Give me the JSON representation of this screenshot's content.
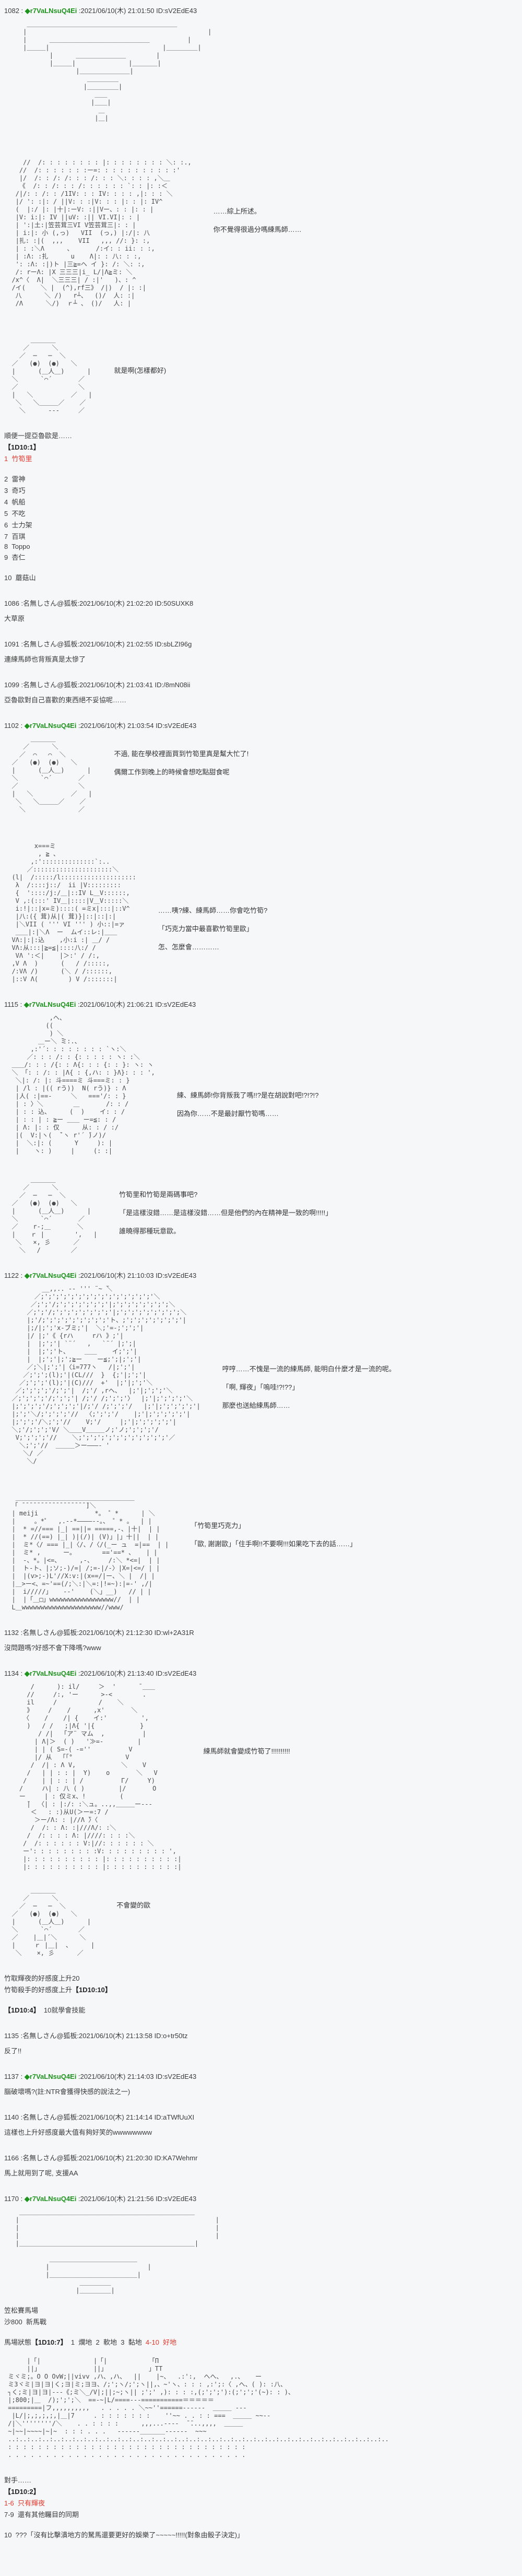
{
  "page": {
    "bg_color": "#f6f7f8",
    "text_color": "#3b3b3b",
    "trip_name_color": "#1e941e",
    "dice_red_color": "#e0382e"
  },
  "posts": [
    {
      "num": "1082",
      "sep": " : ",
      "name": "◆r7VaLNsuQ4Ei",
      "meta": " :2021/06/10(木) 21:01:50 ID:sV2EdE43",
      "aa_boxes": [
        "      ＿＿＿＿＿＿＿＿＿＿＿＿＿＿＿＿＿＿＿＿＿＿＿＿",
        "     |                                                |",
        "     |      ＿＿＿＿＿＿＿＿＿＿＿＿＿＿＿＿          |",
        "     |＿＿＿|                              |＿＿＿＿＿|",
        "            |      ＿＿＿＿＿＿＿＿        |",
        "            |＿＿＿|              |＿＿＿＿|",
        "                   |＿＿＿＿＿＿＿＿|",
        "                      ＿＿＿＿＿",
        "                     |＿＿＿＿＿|",
        "                        ＿＿",
        "                       |＿＿|",
        "                         ＿",
        "                        |＿|"
      ],
      "aa_girl": [
        "     //  /: : : : : : : : |: : : : : : : : ＼: :.,",
        "    //  /: : : : : : :ー=: : : : : : : : : : :'",
        "    |/  /: : /: /: : : /: : : ＼: : : : ,＼＿",
        "    《  /: : /: : : /: : : : : : `: : |: :＜",
        "   /|/: : /: : /1IV: : : IV: : : : ,|: : : ＼",
        "   |/ ': :|: / ||V: : :|V: : : |: : |: IV^",
        "   (  |:/ |: |十|:ーV: :||Vー、: : |: : |",
        "   |V: i:|: IV ||uV: :|| VI.VI|: : |",
        "   | ':|土:|笠芸茸三VI V笠芸茸三|: : |",
        "   | i:|: 小 (,っ)   VII  (っ,) |:/|: 八",
        "   |扎: :|(  ,,,    VII   ,,, //: }: :,",
        "   | : :＼Λ      、      /:イ: : ii: : :,",
        "   | :Λ: :扎      u    Λ|: : 八: : :,",
        "   ': :Λ: :|)ト |三≧=ヘ イ }: /: ＼: :,",
        "   /: rーΛ: |X 三三三|i_ L/|Λ≧ミ: ＼",
        "  /x^〈  Λ|  ＼三三三| / :|'   )、: ^",
        "  /イ(    ＼ |  (^),rf三》 /|)  / |: :|",
        "   八      ＼ /)   r┴、  ()/  人: :|",
        "   /Λ      ＼/)  ｒ┴ 、 ()/   人: |"
      ],
      "girl_d1": "……綜上所述。",
      "girl_d2": "你不覺得很過分嗎練馬師……",
      "aa_face": [
        "       ＿＿＿＿",
        "     ／      ＼",
        "    ／  ─   ─  ＼",
        "  ／   (●)  (●)   ＼",
        "  |      (＿人＿)      |",
        "  ＼      `⌒´       ／",
        "  ／                ＼",
        "  |   ＼          ／   |",
        "   ＼   ＼＿＿＿／    ／",
        "    ＼      ---     ／"
      ],
      "face_d1": "就是啊(怎樣都好)",
      "line1": "順便一提亞魯歐是……",
      "dice1": "【1D10:1】",
      "result1": "1  竹筍里",
      "opt2": "2  雷神",
      "opt3": "3  奇巧",
      "opt4": "4  帆船",
      "opt5": "5  不吃",
      "opt6": "6  士力架",
      "opt7": "7  百琪",
      "opt8": "8  Toppo",
      "opt9": "9  杏仁",
      "opt10": "10  蘑菇山"
    },
    {
      "num": "1086",
      "sep": " :",
      "name": "名無しさん@狐板",
      "meta": ":2021/06/10(木) 21:02:20 ID:50SUXK8",
      "body": "大草原"
    },
    {
      "num": "1091",
      "sep": " :",
      "name": "名無しさん@狐板",
      "meta": ":2021/06/10(木) 21:02:55 ID:sbLZI96g",
      "body": "連練馬師也背叛真是太慘了"
    },
    {
      "num": "1099",
      "sep": " :",
      "name": "名無しさん@狐板",
      "meta": ":2021/06/10(木) 21:03:41 ID:/8mN08ii",
      "body": "亞魯歐對自己喜歡的東西絕不妥協呢……"
    },
    {
      "num": "1102",
      "sep": " : ",
      "name": "◆r7VaLNsuQ4Ei",
      "meta": " :2021/06/10(木) 21:03:54 ID:sV2EdE43",
      "aa_face": [
        "       ＿＿＿＿",
        "     ／      ＼",
        "    ／  ⌒   ⌒  ＼",
        "  ／   (●)  (●)   ＼",
        "  |      (＿人＿)      |",
        "  ＼      `⌒´       ／",
        "  ／                ＼",
        "  |   ＼          ／   |",
        "   ＼   ＼＿＿＿／    ／",
        "    ＼              ／"
      ],
      "face_d1": "不過, 能在學校裡面買到竹筍里真是幫大忙了!",
      "face_d2": "偶爾工作到晚上的時候會想吃點甜食呢",
      "aa_kaguya": [
        "        x===ミ",
        "         , ≧ 、",
        "       ,:'::::::::::::::`:..",
        "      ／:::::::::::::::::::::＼",
        "  (l|  /:::::/l::::::::::::::::::::",
        "   λ  /::::j::/  ii |V:::::::::",
        "   {  '::::/j:/＿|::IV L＿V::::::,",
        "   V ,:(:::' IV＿|::::|V＿V:::::＼",
        "   i:!|::|x=ミ)::::( =ミx|:::|::V^",
        "   |八:({ 茸)从|( 茸)}|::|::|:|",
        "   |＼VII ( ''' VI ''' ) 小::|=ァ",
        "   ＿＿|:|＼Λ  ー  ムイ::レ:|＿＿",
        "  VΛ:|:|:込    ,小:i :| ＿/ /",
        "  VΛ:从:::|≧=≦|::::八:/ /",
        "   VΛ ':＜|    |＞:' / /:,",
        "  ,V Λ  )      (   / /:::::,",
        "  /:VΛ /)      (＼ / /::::::,",
        "  |::V Λ(        ) V /:::::::|"
      ],
      "kag_d1": "……咦?練、練馬師……你會吃竹筍?",
      "kag_d2": "「巧克力當中最喜歡竹筍里歐」",
      "kag_d3": "怎、怎麼會…………"
    },
    {
      "num": "1115",
      "sep": " : ",
      "name": "◆r7VaLNsuQ4Ei",
      "meta": " :2021/06/10(木) 21:06:21 ID:sV2EdE43",
      "aa_kaguya": [
        "            ,ヘ、",
        "           ((",
        "            ) ＼",
        "         ＿ー＼ ̄ミ:.、",
        "       ,:'´: : : : : : : : `ヽ:＼",
        "      ／: : : /: : {: : : : : ヽ: :＼",
        "  ＿＿/: : : /{: : Λ{: : : {: : }: ヽ: ヽ",
        "  ＼ 「: : /: : |Λ{ : {,ハ: : }Λ}: : : ',",
        "   ＼|: /: |: 斗====ミ 斗===ミ: : }",
        "   | /l : |(( rう))  N( rう)} : Λ",
        "   |人( :|==-     ＼   ==='/: : }",
        "   | : 〉＼        ＿       /: : /",
        "   | : : 込、     (  )    イ: : /",
        "   | : : | : ≧ー ＿＿ ー=≦: : /",
        "   | Λ: |: : 仅      从: : / :/",
        "   |(  V:|ヽ(  ̄`ヽ r'´ ̄)ノ)/",
        "   |  ＼:|: (      Y     ): |",
        "   |    ヽ: )     |     (: :|"
      ],
      "kag_d1": "練、練馬師!你背叛我了嗎!!?是在胡說對吧!?!?!?",
      "kag_d2": "因為你……不是最討厭竹筍嗎……",
      "aa_face": [
        "       ＿＿＿＿",
        "     ／      ＼",
        "    ／  ─   ─  ＼",
        "  ／   (●)  (●)   ＼",
        "  |      (＿人＿)      |",
        "  ＼      `⌒´       ／",
        "  ／    r‐;＿       ＼",
        "  |    ｒ |        ',   |",
        "   ＼   ×, 彡      ／",
        "    ＼   /        ／"
      ],
      "face_d1": "竹筍里和竹筍是兩碼事吧?",
      "face_d2": "「是這樣沒錯……是這樣沒錯……但是他們的內在精神是一致的啊!!!!!」",
      "face_d3": "誰曉得那種玩意歐。"
    },
    {
      "num": "1122",
      "sep": " : ",
      "name": "◆r7VaLNsuQ4Ei",
      "meta": " :2021/06/10(木) 21:10:03 ID:sV2EdE43",
      "aa_kaguya": [
        "          __,,.. -‐ ''' ¨~ ̄＼",
        "        ／;';';';';';';';';';';';';';';'＼",
        "       ／;';'/;';';';';';';'|;';';';';';';';＼",
        "      ／;';'/;';';';';';';';'|;';';';';';';';';＼",
        "      |;'/;';';';';';';';';'ト、;';';';';';';';'|",
        "      |;/|;';'x‐ブミ;'|  ＼;'=-;';';'|",
        "      |/ |;'《 {rハ     rハ 》;'|",
        "      |  |;';'| `¨´   ,   `¨´ |;';|",
        "      |  |;';'ト、    ＿＿    イ;';'|",
        "      |  |;';'|;';≧ー    ー≦;';|;';'|",
        "      ／;＼|;';'|〈i=777ヽ   /|;';'|",
        "     ／;';';(l);'|(CL///  }  {;'|;';'|",
        "    ／;';';'(l);'|(C)///  +'  |;'|;';'＼",
        "   ／;';';';'/;';'|  /;'/ ,rヘ、  |;'|;';';'＼",
        "  ／;';';';'/;';';'| /;'/ /;';';'〉  |;'|;';';';'＼",
        "  |;';';';'/;';';';'|/;'/ /;';';'/   |;'|;';';';';'|",
        "  |;';'＼/;';';';'//  〈;';';'/    |;'|;';';';';'|",
        "  |;';';'/＼;';'//    V;'/     |;'|;';';';';'|",
        "  ＼;'/;';';'V/ ＼＿＿V＿＿＿ノ;'ノ;';';';'/",
        "   V;';';';'//    ＼;';';';';';';';';';';';'／",
        "    ＼;';'//  ＿＿＿＞ー―――‐ '",
        "     ＼/ ／",
        "      ＼/"
      ],
      "kag_d1": "哼哼……不愧是一流的練馬師, 能明白什麼才是一流的呢。",
      "kag_d2": "「啊, 輝夜」「嗚哇!?!??」",
      "kag_d3": "那麼也送給練馬師……",
      "aa_meiji": [
        "   ＿＿＿＿＿＿＿＿＿＿＿＿＿＿＿＿＿＿＿",
        "  「 ̄ ̄ ̄ ̄ ̄ ̄ ̄ ̄ ̄ ̄ ̄ ̄ ̄ ̄ ̄ ̄ ̄ ̄]＼",
        "  | meiji               *。 ゜*      | ＼",
        "  |     。*゜  ,.-‐*――――‐-。、 ゜* 。  | |",
        "  |  * =//=== |_| ==||= =====,-、|十|  | |",
        "  |  * //(==) |_| )|(/)| (V)」|」十||  | |",
        "  |  ミ*〈/ === |_|〈/、/〈/(_ー ュ  =|==  | |",
        "  |  ミ* ,      ー。       =='==* 、   | |",
        "  |  -、*。|<=、     ,-、    /:＼ *<=|  | |",
        "  |  ト-ト、|;ソ;-)/=| /;=-|/-〉|X=|<=/ | |",
        "  |  |(v>;-)L'//X:v:|(x==/|ー、＼ |  /| |",
        "  |＿>ー<、=~'==(/;＼:|＼=:|!=~):|=-' ,/|",
        "  |  i/////」   --'    (＼」__)   // | |",
        "  |  |「＿□」wwwwwwwwwwwwwwwww//  | |",
        "  L＿wwwwwwwwwwwwwwwwwwwww//www/"
      ],
      "meiji_d1": "「竹筍里巧克力」",
      "meiji_d2": "「歐, 謝謝歐」「住手啊!!不要啊!!!如果吃下去的話……」"
    },
    {
      "num": "1132",
      "sep": " :",
      "name": "名無しさん@狐板",
      "meta": ":2021/06/10(木) 21:12:30 ID:wl+2A31R",
      "body": "沒問題嗎?好感不會下降嗎?www"
    },
    {
      "num": "1134",
      "sep": " : ",
      "name": "◆r7VaLNsuQ4Ei",
      "meta": " :2021/06/10(木) 21:13:40 ID:sV2EdE43",
      "aa_big": [
        "       /      ): il/     ＞  '      ̄ ＿＿",
        "      //     /:, 'ー      >-<        .",
        "      il     /           /    ＼",
        "      》    /    /      ,x'       ＼",
        "     〈    /    /| {    イ:'         ',",
        "      )   / /   ;|Λ{ '|{            }",
        "         / /|  「ア¨ マム  ,          |",
        "        | Λ|＞  ( )   '≫=-         |",
        "        | | ( S=-( -=''          V",
        "        |/ 从  「「°              V",
        "       /  /| : Λ V,            ＼    V",
        "      /   | | : : |  Y)    o       ＼   V",
        "     /    | | : : | /          Γ/     Y)",
        "    /     ハ| : 八 ( )         |/       O",
        "    ー     | : 仅ミx、!         (",
        "      ̄|  〈| : |:/: :＼ュ。..,,＿＿＿ー---",
        "       ＜   : :)从U(＞ー=:7 /",
        "        ＞ー/Λ: : |//Λ ̄〉〈",
        "       /  /: : Λ: :|///Λ/: :＼",
        "      /  /: : : : Λ: |////: : : :＼",
        "     /  /: : : : : : V:|//: : : : : : ＼",
        "     ー': : : : : : : : :V: : : : : : : : : ',",
        "     |: : : : : : : : : : |: : : : : : : : : :|",
        "     |: : : : : : : : : : |: : : : : : : : : :|"
      ],
      "big_d1": "練馬師就會變成竹筍了!!!!!!!!!!",
      "aa_face": [
        "       ＿＿＿＿",
        "     ／      ＼",
        "    ／  ─   ─  ＼",
        "  ／   (●)  (●)   ＼",
        "  |      (＿人＿)      |",
        "  ＼      `⌒´       ／",
        "  ／    |＿|´＼      ＼",
        "  |     ｒ |＿|  、     |",
        "   ＼    ×, 彡      ／"
      ],
      "face_d1": "不會變的歐",
      "line1": "竹取輝夜的好感度上升20",
      "line2_pre": "竹筍殺手的好感度上升",
      "line2_dice": "【1D10:10】",
      "line3_dice": "【1D10:4】",
      "line3_post": "  10就學會技能"
    },
    {
      "num": "1135",
      "sep": " :",
      "name": "名無しさん@狐板",
      "meta": ":2021/06/10(木) 21:13:58 ID:o+tr50tz",
      "body": "反了!!"
    },
    {
      "num": "1137",
      "sep": " : ",
      "name": "◆r7VaLNsuQ4Ei",
      "meta": " :2021/06/10(木) 21:14:03 ID:sV2EdE43",
      "body": "腦破壞嗎?(註:NTR會獲得快感的說法之一)"
    },
    {
      "num": "1140",
      "sep": " :",
      "name": "名無しさん@狐板",
      "meta": ":2021/06/10(木) 21:14:14 ID:aTWfUuXI",
      "body": "這樣也上升好感度最大值有夠好笑的wwwwwwww"
    },
    {
      "num": "1166",
      "sep": " :",
      "name": "名無しさん@狐板",
      "meta": ":2021/06/10(木) 21:20:30 ID:KA7Wehmr",
      "body": "馬上就用到了呢, 支援AA"
    },
    {
      "num": "1170",
      "sep": " : ",
      "name": "◆r7VaLNsuQ4Ei",
      "meta": " :2021/06/10(木) 21:21:56 ID:sV2EdE43",
      "aa_boxes": [
        "    ＿＿＿＿＿＿＿＿＿＿＿＿＿＿＿＿＿＿＿＿＿＿＿＿＿＿＿＿",
        "   |                                                    |",
        "   |                                                    |",
        "   |                                                    |",
        "   |＿＿＿＿＿＿＿＿＿＿＿＿＿＿＿＿＿＿＿＿＿＿＿＿＿＿＿＿|",
        "",
        "            ＿＿＿＿＿＿＿＿＿＿＿＿＿＿",
        "           |                          |",
        "           |＿＿＿＿＿＿＿＿＿＿＿＿＿＿|",
        "                    ＿＿＿＿＿",
        "                   |＿＿＿＿＿|"
      ],
      "line1": "笠松賽馬場",
      "line2": "沙800  新馬戰",
      "track_pre": "馬場狀態",
      "track_dice": "【1D10:7】",
      "track_mid": "  1  爛地  2  軟地  3  黏地  ",
      "track_red": "4-10  好地",
      "aa_course": [
        "      |「|              |「|           「П",
        "      ||」              ||」           」TT",
        " ミヾミ;。O O OvW;||vivv ,ハ、,ハ、  ||    |~、  .:':,  へへ、  ,.、   ー",
        " ミ3ヾミ|ヨ|ヨ|く;ヨ|ミ;ヨヨ、/;';ヽ/;';ヽ||,、~'ヽ、: : : ,:';:〈 ,へ、( ): :八、",
        " ┐く;ミ|ヨ|ヨ|---《;ミ＼_/V|;||;~;ヽ|| ;';' ,): : : :,(;';';'):(;';';'(~): : )、",
        " |;800;|＿  /);';';＼  ==-~|L/====---===========＝＝＝＝＝",
        " =========|フ,,,,,,,,,,   . . . . . ＼~~''======------  ＿＿＿ ---",
        "  |L/|;,;,;,;,|＿|7     . : : : : : : :    ''~~ . . : : ===  ＿＿＿ ~~--",
        " /|＼''''''''/＼    . . : : : :      ,,,...--‐‐  ̄ ̄...,,,,  ＿＿＿",
        " ~|~~|~~~~|~|~  : : : . . .   ------＿＿＿＿------  ~~~",
        " ..:..:..:..:..:..:..:..:..:..:..:..:..:..:..:..:..:..:..:..:..:..:..:..:..:..:..:..:..:..:..:..:..:..",
        " : : : : : : : : : : : : : : : : : : : : : : : : : : : : : : : :",
        " . . . . . . . . . . . . . . . . . . . . . . . . . . . . . . . ."
      ],
      "line3": "對手……",
      "dice2": "【1D10:2】",
      "red2": "1-6  只有輝夜",
      "line4": "7-9  還有其他矚目的同期",
      "line5": "10  ???「沒有比擊潰地方的駑馬還要更好的娛樂了~~~~~!!!!!(對象由骰子決定)」"
    }
  ]
}
